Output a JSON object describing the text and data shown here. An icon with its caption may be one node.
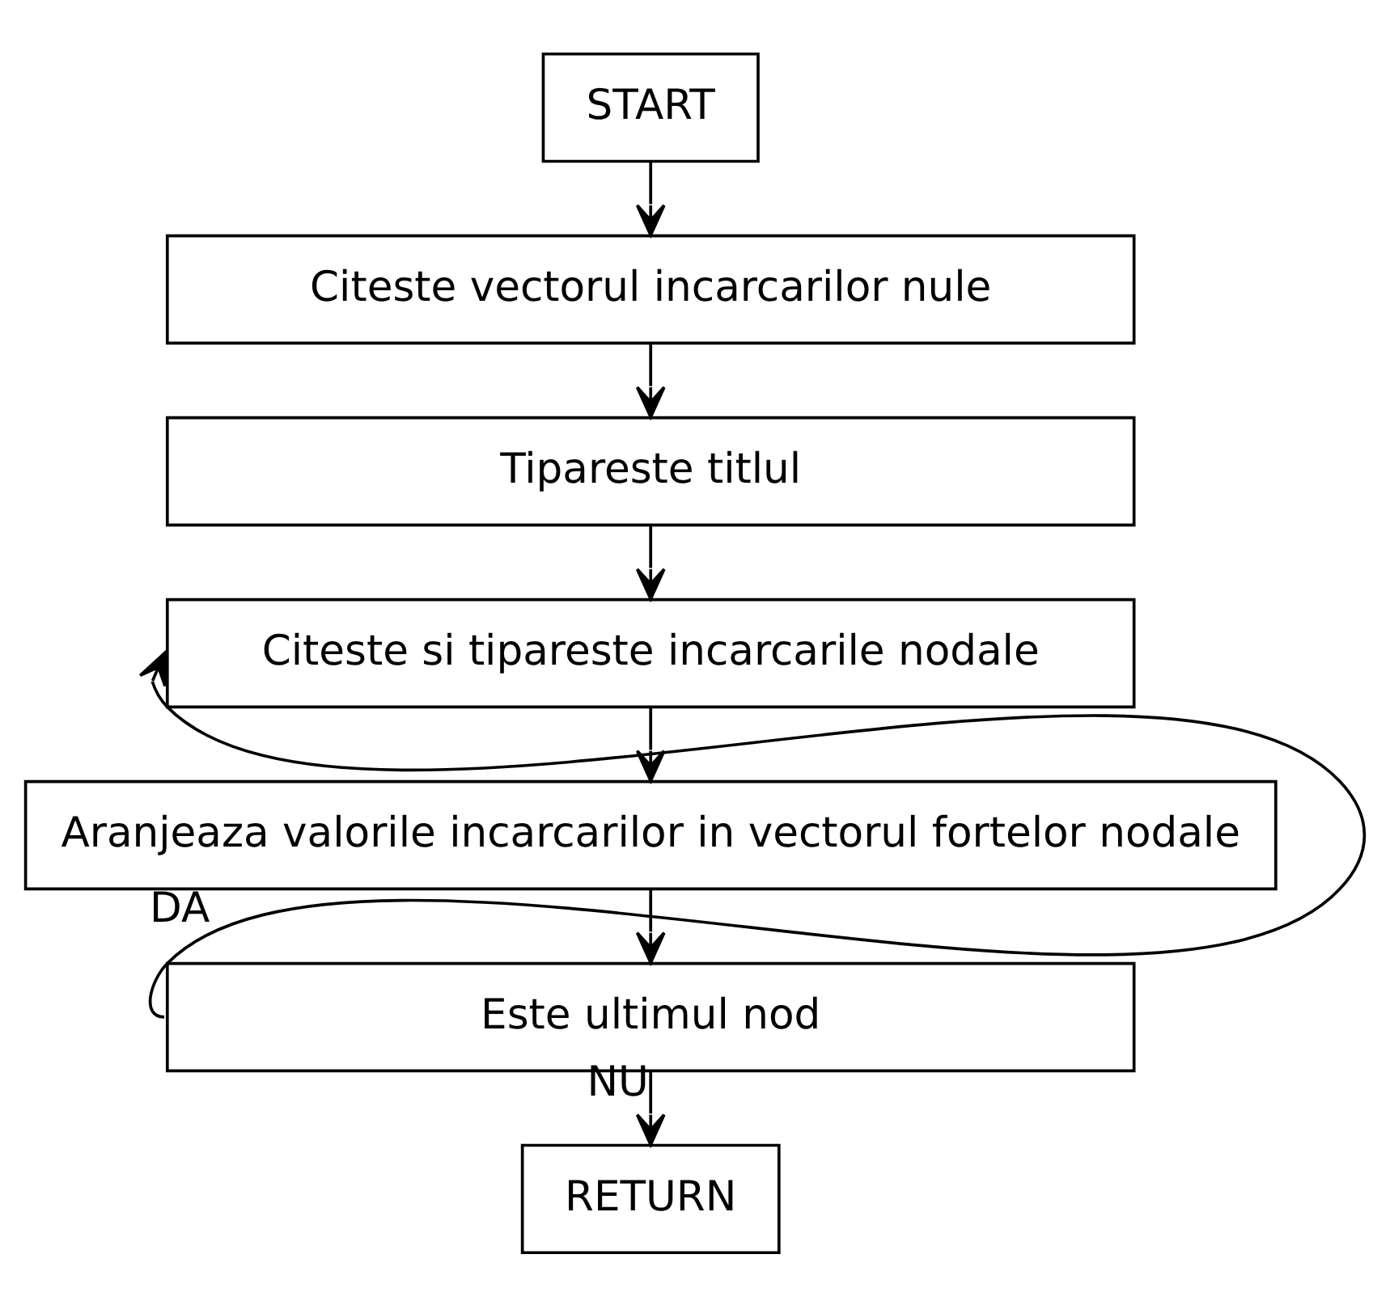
{
  "diagram": {
    "nodes": [
      {
        "text": [
          "START"
        ]
      },
      {
        "text": [
          "Citeste vectorul incarcarilor nule"
        ]
      },
      {
        "text": [
          "Tipareste titlul"
        ]
      },
      {
        "text": [
          "Citeste si tipareste incarcarile nodale"
        ]
      },
      {
        "text": [
          "Aranjeaza valorile incarcarilor in vectorul fortelor nodale"
        ]
      },
      {
        "text": [
          "Este ultimul nod"
        ]
      },
      {
        "text": [
          "RETURN"
        ]
      }
    ],
    "edges": [
      {
        "from": 0,
        "to": 1,
        "arrow": "to"
      },
      {
        "from": 1,
        "to": 2,
        "arrow": "to"
      },
      {
        "from": 2,
        "to": 3,
        "arrow": "to"
      },
      {
        "from": 3,
        "to": 4,
        "arrow": "to"
      },
      {
        "from": 4,
        "to": 5,
        "arrow": "to"
      },
      {
        "from": 5,
        "to": 3,
        "arrow": "to",
        "label": "DA"
      },
      {
        "from": 5,
        "to": 6,
        "arrow": "to",
        "label": "NU"
      }
    ]
  }
}
